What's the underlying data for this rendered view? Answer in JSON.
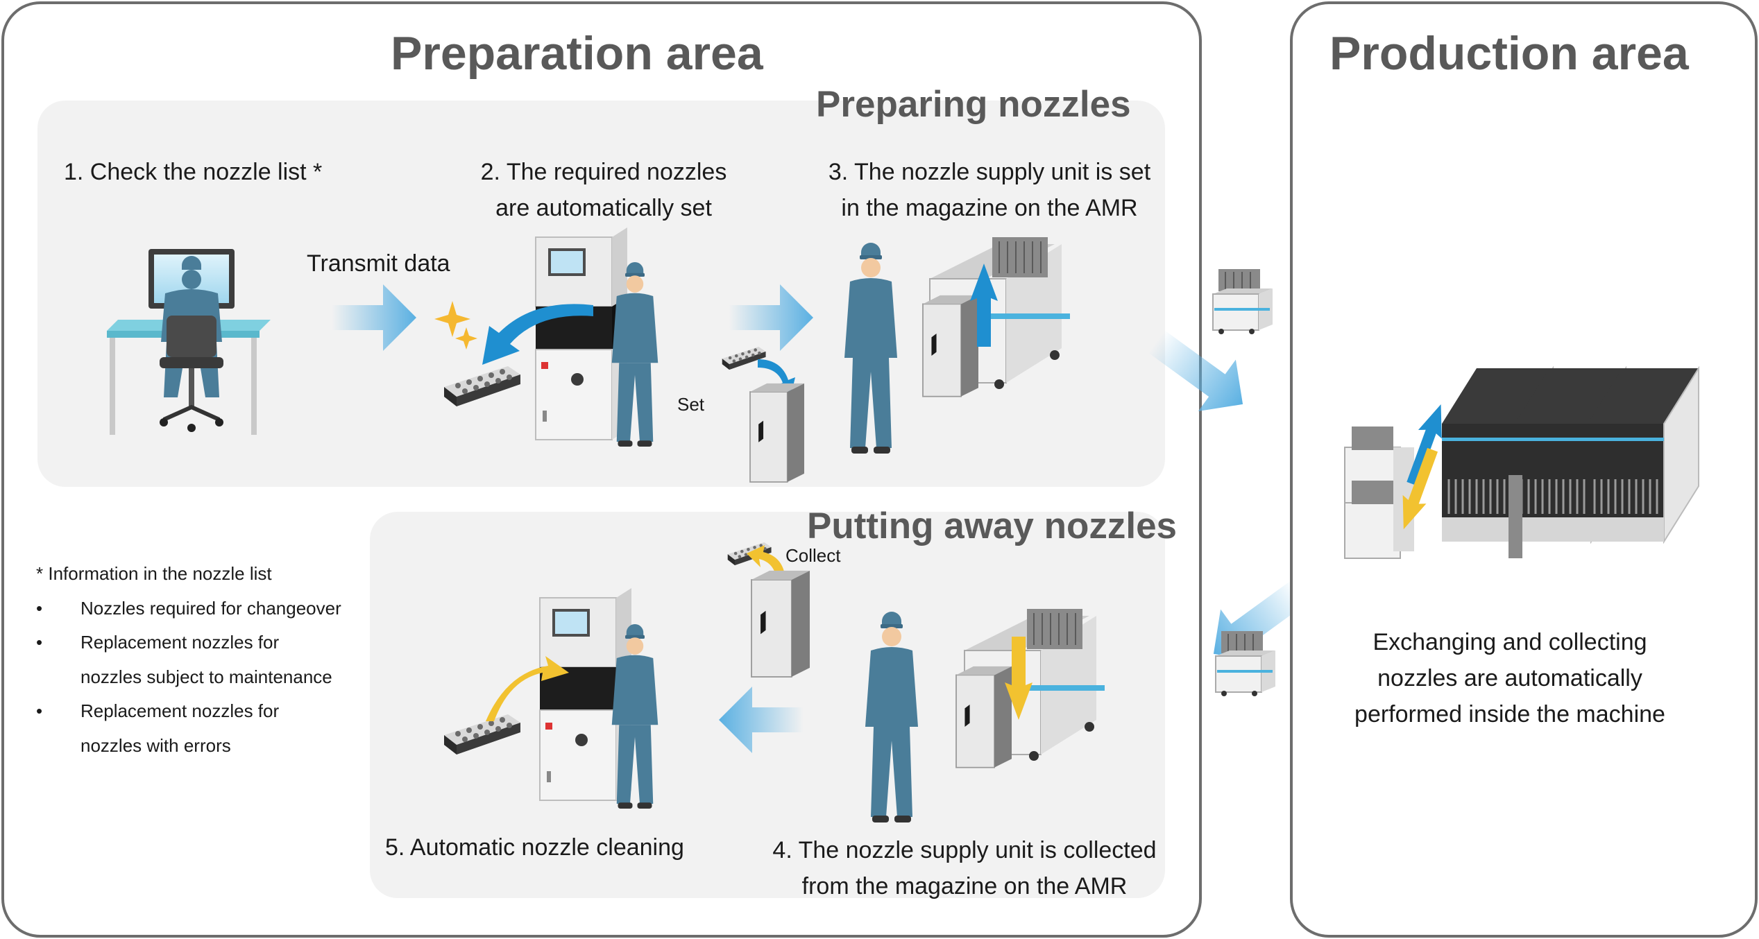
{
  "areas": {
    "preparation": "Preparation area",
    "production": "Production area"
  },
  "sections": {
    "preparing": "Preparing nozzles",
    "putting_away": "Putting away nozzles"
  },
  "steps": {
    "step1": "1. Check the nozzle list *",
    "step2_line1": "2. The required nozzles",
    "step2_line2": "are automatically set",
    "step3_line1": "3. The nozzle supply unit is set",
    "step3_line2": "in the magazine on the AMR",
    "step4_line1": "4. The nozzle supply unit is collected",
    "step4_line2": "from the magazine on the AMR",
    "step5": "5. Automatic nozzle cleaning"
  },
  "labels": {
    "transmit": "Transmit data",
    "set": "Set",
    "collect": "Collect"
  },
  "production_text": {
    "line1": "Exchanging and collecting",
    "line2": "nozzles are automatically",
    "line3": "performed inside the machine"
  },
  "footnote": {
    "heading": "* Information in the nozzle list",
    "bullet": "•",
    "item1": "Nozzles required for changeover",
    "item2_line1": "Replacement nozzles for",
    "item2_line2": "nozzles subject to maintenance",
    "item3_line1": "Replacement nozzles for",
    "item3_line2": "nozzles with errors"
  },
  "colors": {
    "border": "#6d6d6d",
    "panel": "#f2f2f2",
    "title": "#595959",
    "worker": "#4a7d99",
    "flow_arrow": "#5ab0e2",
    "set_arrow": "#1f8fd0",
    "collect_arrow": "#f2c230"
  }
}
